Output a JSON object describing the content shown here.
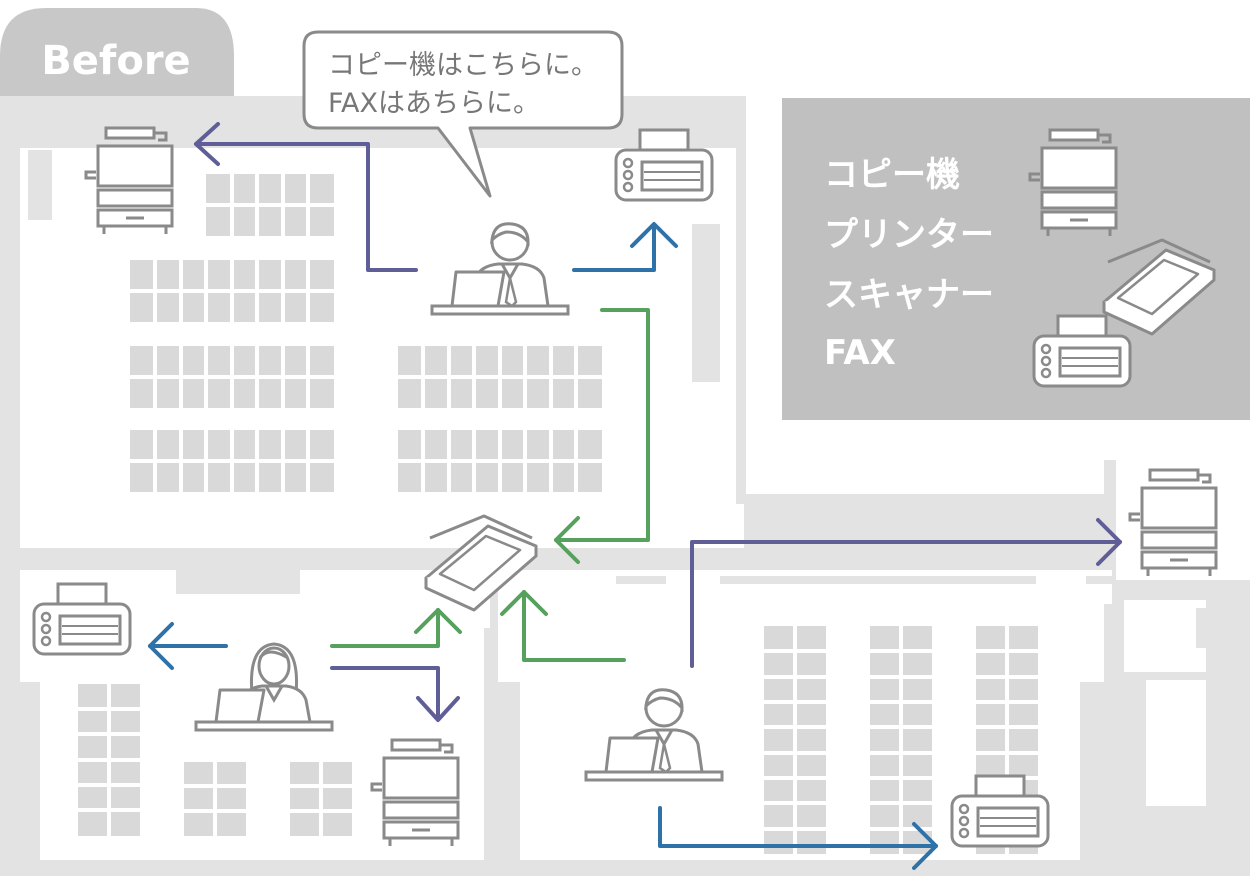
{
  "badge": {
    "label": "Before"
  },
  "speech_bubble": {
    "line1": "コピー機はこちらに。",
    "line2": "FAXはあちらに。"
  },
  "legend": {
    "items": [
      {
        "label": "コピー機",
        "icon": "copier-icon"
      },
      {
        "label": "プリンター",
        "icon": "printer-icon"
      },
      {
        "label": "スキャナー",
        "icon": "scanner-icon"
      },
      {
        "label": "FAX",
        "icon": "fax-icon"
      }
    ]
  },
  "colors": {
    "copier_arrow": "#5f5e96",
    "fax_arrow": "#2e72a8",
    "scanner_arrow": "#56a15d",
    "floor": "#e3e3e3",
    "wall": "#ffffff",
    "desk": "#d9d9d9",
    "device_line": "#8a8a8a",
    "legend_bg": "#c0c0c0"
  }
}
